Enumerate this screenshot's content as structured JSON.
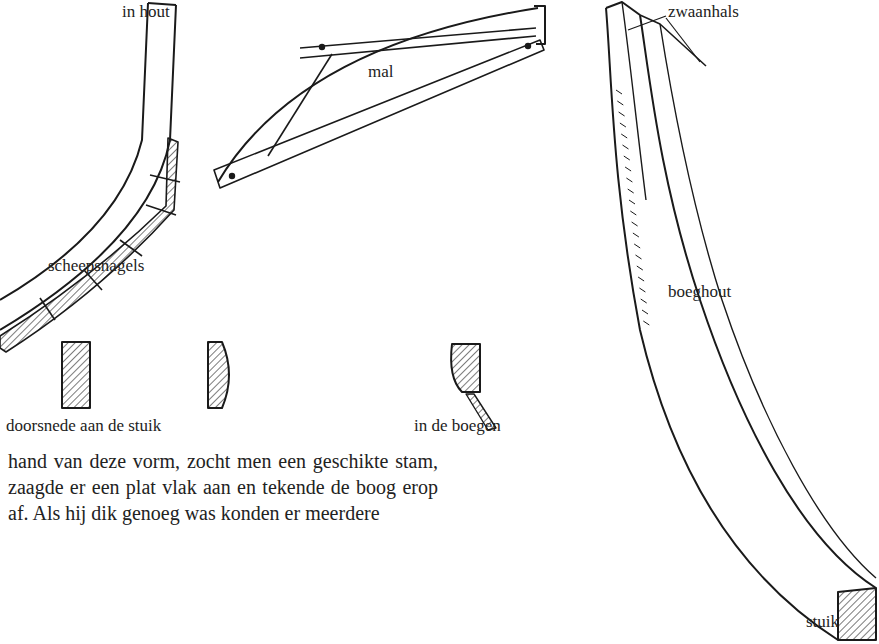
{
  "diagram": {
    "labels": [
      "in hout",
      "mal",
      "zwaanhals",
      "scheepsnagels",
      "boeghout",
      "doorsnede aan de stuik",
      "in de boegen",
      "stuik",
      "hand van deze vorm, zocht men een geschikte stam, zaagde er een plat vlak aan en tekende de boog erop af. Als hij dik genoeg was konden er meerdere"
    ]
  }
}
